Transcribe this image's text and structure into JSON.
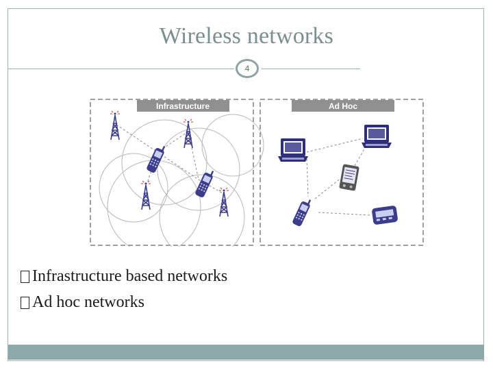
{
  "slide": {
    "title": "Wireless networks",
    "page_number": "4"
  },
  "diagram": {
    "infrastructure_label": "Infrastructure",
    "adhoc_label": "Ad Hoc"
  },
  "bullets": [
    "Infrastructure based networks",
    "Ad hoc networks"
  ],
  "colors": {
    "accent": "#8ea9a9",
    "title": "#7b8f8f",
    "device": "#3c3c8c",
    "header_bar": "#909090"
  }
}
